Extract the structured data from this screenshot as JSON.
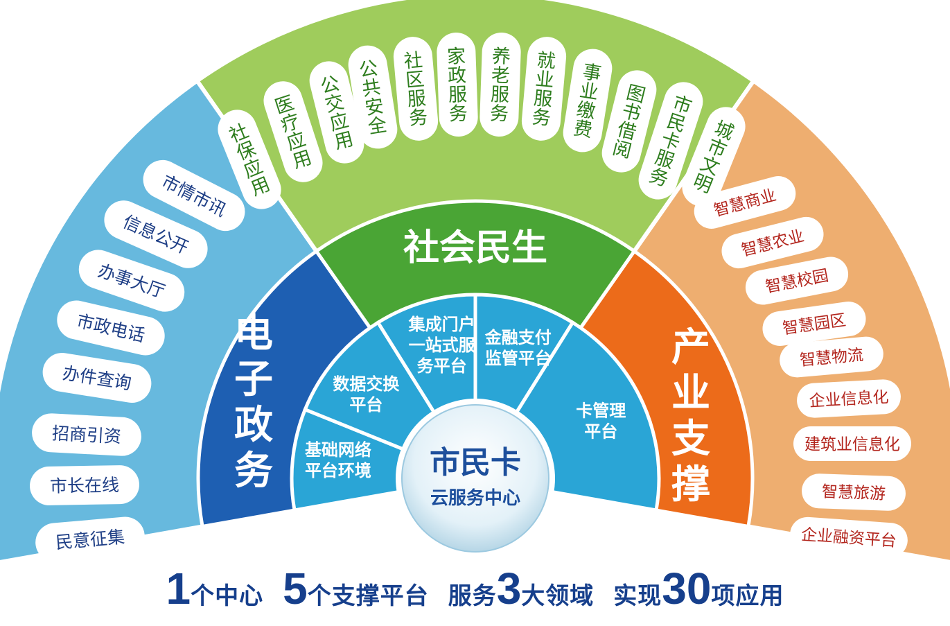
{
  "center": {
    "title": "市民卡",
    "subtitle": "云服务中心"
  },
  "platforms": [
    {
      "lines": [
        "基础网络",
        "平台环境"
      ]
    },
    {
      "lines": [
        "数据交换",
        "平台"
      ]
    },
    {
      "lines": [
        "集成门户",
        "一站式服",
        "务平台"
      ]
    },
    {
      "lines": [
        "金融支付",
        "监管平台"
      ]
    },
    {
      "lines": [
        "卡管理",
        "平台"
      ]
    }
  ],
  "domains": [
    {
      "label": "电子政务",
      "color": "#1e5fb2"
    },
    {
      "label": "社会民生",
      "color": "#4aa535"
    },
    {
      "label": "产业支撑",
      "color": "#ec6b1a"
    }
  ],
  "sectors": {
    "egov": {
      "color": "#67b9de",
      "text_color": "#1f3f86",
      "items": [
        "市情市讯",
        "信息公开",
        "办事大厅",
        "市政电话",
        "办件查询",
        "招商引资",
        "市长在线",
        "民意征集"
      ]
    },
    "livelihood": {
      "color": "#9fcc5c",
      "text_color": "#2e7d1e",
      "items": [
        "社保应用",
        "医疗应用",
        "公交应用",
        "公共安全",
        "社区服务",
        "家政服务",
        "养老服务",
        "就业服务",
        "事业缴费",
        "图书借阅",
        "市民卡服务",
        "城市文明"
      ]
    },
    "industry": {
      "color": "#eeae70",
      "text_color": "#b3261e",
      "items": [
        "智慧商业",
        "智慧农业",
        "智慧校园",
        "智慧园区",
        "智慧物流",
        "企业信息化",
        "建筑业信息化",
        "智慧旅游",
        "企业融资平台"
      ]
    }
  },
  "platform_color": "#2aa5d6",
  "tagline": [
    {
      "num": "1",
      "text": "个中心"
    },
    {
      "num": "5",
      "text": "个支撑平台"
    },
    {
      "text": "服务",
      "num2": "3",
      "text2": "大领域"
    },
    {
      "text": "实现",
      "num2": "30",
      "text2": "项应用"
    }
  ]
}
